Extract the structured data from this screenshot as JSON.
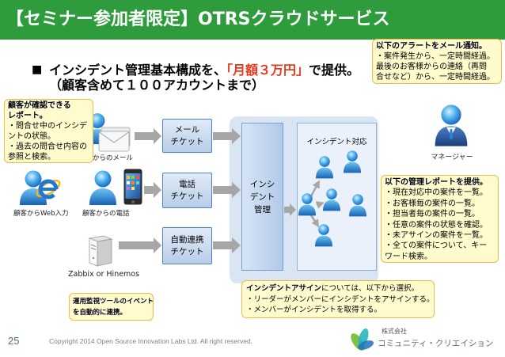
{
  "header": {
    "title": "【セミナー参加者限定】OTRSクラウドサービス"
  },
  "bullet": {
    "marker": "■",
    "text_before": "インシデント管理基本構成を、",
    "highlight": "「月額３万円」",
    "text_after": "で提供。",
    "line2": "（顧客含めて１００アカウントまで）"
  },
  "callouts": {
    "alert": {
      "heading": "以下のアラートをメール通知。",
      "lines": [
        "・案件発生から、一定時間経過。",
        "最後のお客様からの連絡（再問",
        "合せなど）から、一定時間経過。"
      ]
    },
    "customer_report": {
      "heading": [
        "顧客が確認できる",
        "レポート。"
      ],
      "lines": [
        "・問合せ中のインシデ",
        "ントの状態。",
        "・過去の問合せ内容の",
        "参照と検索。"
      ]
    },
    "management_report": {
      "heading": "以下の管理レポートを提供。",
      "lines": [
        "・現在対応中の案件を一覧。",
        "・お客様毎の案件の一覧。",
        "・担当者毎の案件の一覧。",
        "・任意の案件の状態を確認。",
        "・未アサインの案件を一覧。",
        "・全ての案件について、キー",
        "ワード検索。"
      ]
    },
    "assign": {
      "heading": "インシデントアサイン",
      "heading_rest": "については、以下から選択。",
      "lines": [
        "・リーダーがメンバーにインシデントをアサインする。",
        "・メンバーがインシデントを取得する。"
      ]
    },
    "monitoring": {
      "lines": [
        "運用監視ツールのイベント",
        "を自動的に連携。"
      ]
    }
  },
  "sources": {
    "mail": {
      "label": "からのメール",
      "icon": "envelope-icon"
    },
    "web": {
      "label": "顧客からWeb入力",
      "icon": "internet-explorer-icon"
    },
    "phone": {
      "label": "顧客からの電話",
      "icon": "smartphone-icon"
    },
    "monitoring": {
      "label": "Zabbix or Hinemos",
      "icon": "server-icon"
    }
  },
  "tickets": [
    {
      "lines": [
        "メール",
        "チケット"
      ]
    },
    {
      "lines": [
        "電話",
        "チケット"
      ]
    },
    {
      "lines": [
        "自動連携",
        "チケット"
      ]
    }
  ],
  "incident_management": {
    "lines": [
      "インシ",
      "デント",
      "管理"
    ]
  },
  "incident_response": {
    "label": "インシデント対応",
    "member_icon": "user-icon"
  },
  "manager": {
    "label": "マネージャー",
    "icon": "manager-icon"
  },
  "footer": {
    "page": "25",
    "copyright": "Copyright 2014 Open Source Innovation Labs Ltd. All right reserved.",
    "company_prefix": "株式会社",
    "company_name": "コミュニティ・クリエイション",
    "logo_icon": "leaf-logo-icon"
  },
  "colors": {
    "header": "#2e9c3d",
    "highlight": "#e8381b",
    "callout_fill": "#fffbcc",
    "callout_border": "#f2b84b",
    "ticket_border": "#4f81bd",
    "panel": "#d9e5f3",
    "arrow": "#a6a6a6"
  }
}
